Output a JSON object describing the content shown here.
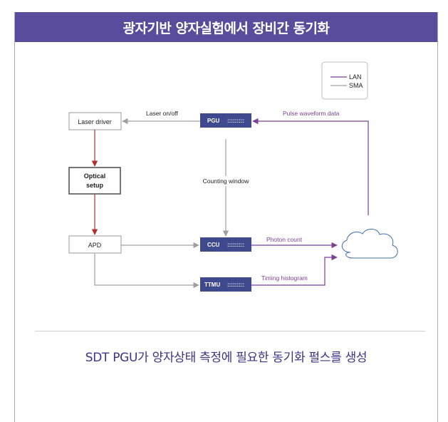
{
  "title": "광자기반 양자실험에서 장비간 동기화",
  "caption": "SDT PGU가 양자상태 측정에 필요한 동기화 펄스를 생성",
  "legend": {
    "lan": "LAN",
    "sma": "SMA"
  },
  "nodes": {
    "laser_driver": "Laser driver",
    "optical_setup_1": "Optical",
    "optical_setup_2": "setup",
    "apd": "APD",
    "pgu": "PGU",
    "ccu": "CCU",
    "ttmu": "TTMU",
    "dots": ":::::::::"
  },
  "edges": {
    "laser_on_off": "Laser on/off",
    "pulse_waveform": "Pulse waveform data",
    "counting_window": "Counting window",
    "photon_count": "Photon count",
    "timing_histogram": "Timing histogram"
  },
  "colors": {
    "header": "#5a4c9c",
    "device": "#3f4a8e",
    "lan": "#7a3f96",
    "sma": "#a0a0a0",
    "red": "#b1302d",
    "caption": "#3b3488"
  }
}
